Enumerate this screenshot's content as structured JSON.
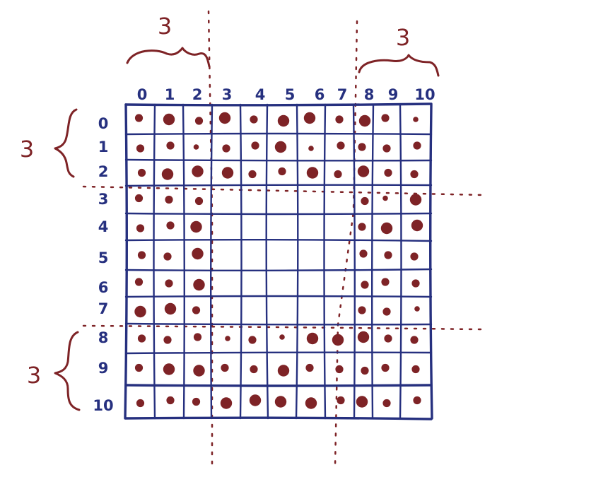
{
  "colors": {
    "grid": "#26307f",
    "dot": "#7e2326"
  },
  "grid": {
    "rows": 11,
    "cols": 11,
    "col_labels": [
      "0",
      "1",
      "2",
      "3",
      "4",
      "5",
      "6",
      "7",
      "8",
      "9",
      "10"
    ],
    "row_labels": [
      "0",
      "1",
      "2",
      "3",
      "4",
      "5",
      "6",
      "7",
      "8",
      "9",
      "10"
    ],
    "dot_sizes": [
      [
        2,
        3,
        2,
        3,
        2,
        3,
        3,
        2,
        3,
        2,
        1
      ],
      [
        2,
        2,
        1,
        2,
        2,
        3,
        1,
        2,
        2,
        2,
        2
      ],
      [
        2,
        3,
        3,
        3,
        2,
        2,
        3,
        2,
        3,
        2,
        2
      ],
      [
        2,
        2,
        2,
        0,
        0,
        0,
        0,
        0,
        2,
        1,
        3
      ],
      [
        2,
        2,
        3,
        0,
        0,
        0,
        0,
        0,
        2,
        3,
        3
      ],
      [
        2,
        2,
        3,
        0,
        0,
        0,
        0,
        0,
        2,
        2,
        2
      ],
      [
        2,
        2,
        3,
        0,
        0,
        0,
        0,
        0,
        2,
        2,
        2
      ],
      [
        3,
        3,
        2,
        0,
        0,
        0,
        0,
        0,
        2,
        2,
        1
      ],
      [
        2,
        2,
        2,
        1,
        2,
        1,
        3,
        3,
        3,
        2,
        2
      ],
      [
        2,
        3,
        3,
        2,
        2,
        3,
        2,
        2,
        2,
        2,
        2
      ],
      [
        2,
        2,
        2,
        3,
        3,
        3,
        3,
        2,
        3,
        2,
        2
      ]
    ]
  },
  "annotations": {
    "top_left_halo": "3",
    "top_right_halo": "3",
    "left_top_halo": "3",
    "left_bottom_halo": "3"
  }
}
